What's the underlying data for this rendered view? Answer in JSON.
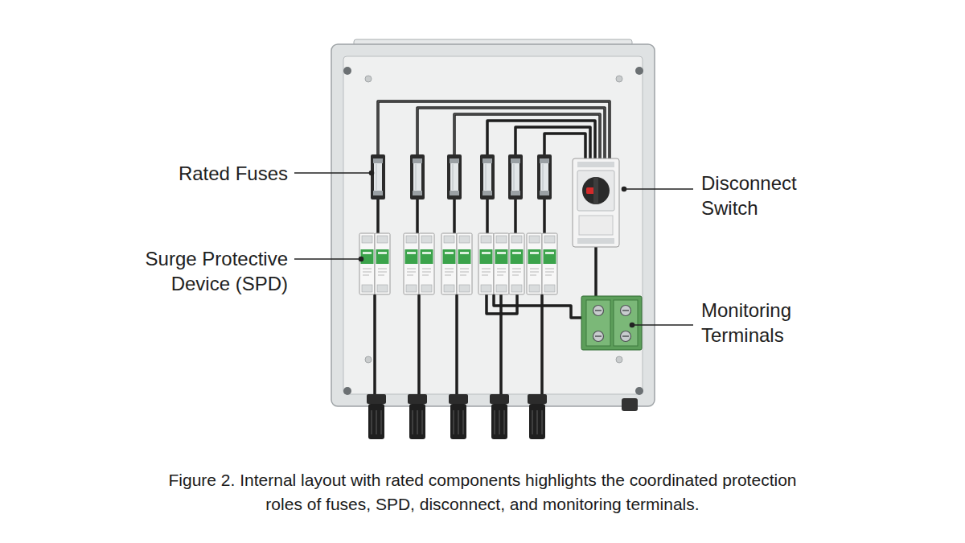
{
  "diagram": {
    "caption": "Figure 2. Internal layout with rated components highlights the coordinated protection roles of fuses, SPD, disconnect, and monitoring terminals.",
    "labels": [
      "Rated Fuses",
      "Surge Protective Device (SPD)",
      "Disconnect Switch",
      "Monitoring Terminals"
    ]
  }
}
